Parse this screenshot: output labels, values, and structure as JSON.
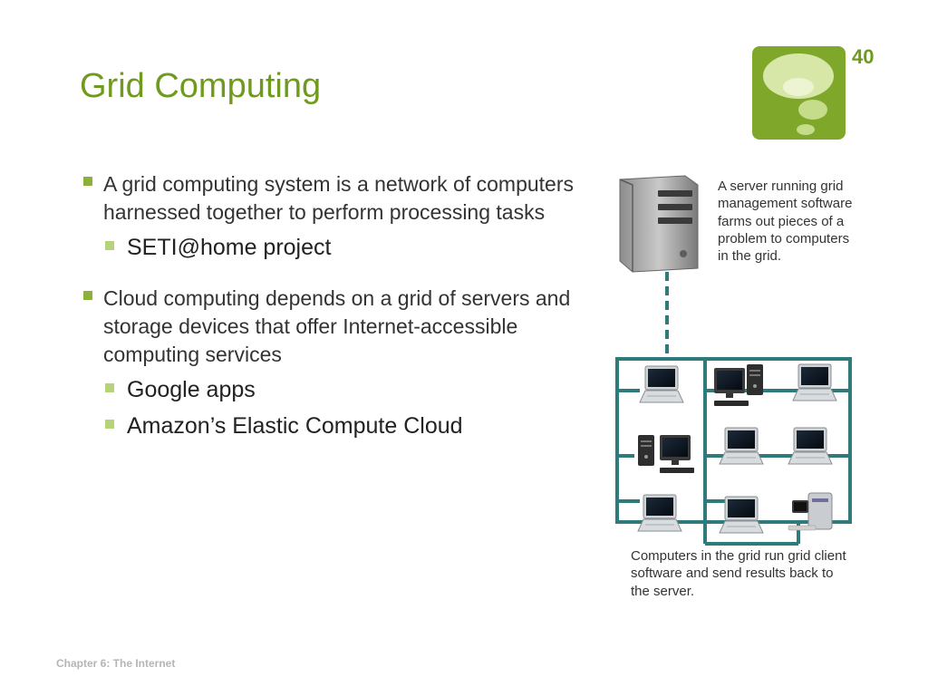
{
  "slide": {
    "title": "Grid Computing",
    "page_number": "40",
    "footer": "Chapter 6: The Internet"
  },
  "bullets": [
    {
      "text": "A grid computing system is a network of computers harnessed together to perform processing tasks",
      "sub": [
        "SETI@home project"
      ]
    },
    {
      "text": "Cloud computing depends on a grid of servers and storage devices that offer Internet-accessible computing services",
      "sub": [
        "Google apps",
        "Amazon’s Elastic Compute Cloud"
      ]
    }
  ],
  "figure": {
    "server_caption": "A server running grid management software farms out pieces of a problem to computers in the grid.",
    "client_caption": "Computers in the grid run grid client software and send results back to the server."
  },
  "colors": {
    "accent": "#6f9a1d",
    "logo_bg": "#7fa82b",
    "grid_line": "#2f7a7a"
  },
  "icons": [
    "logo-thought-bubble-icon",
    "server-icon",
    "laptop-icon",
    "desktop-icon",
    "tower-icon"
  ]
}
